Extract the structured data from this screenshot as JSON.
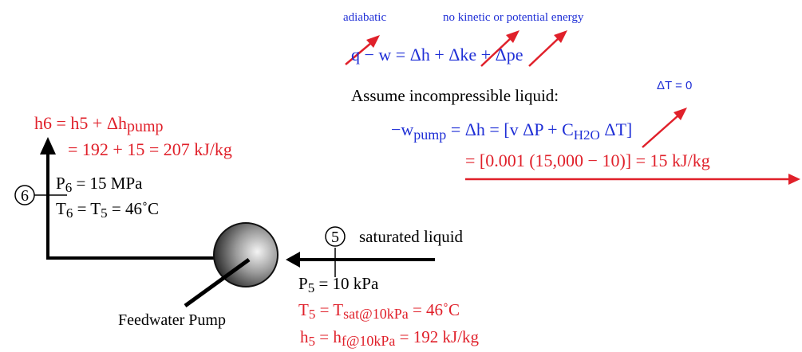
{
  "colors": {
    "black": "#000000",
    "red": "#e0202a",
    "blue": "#1f2fd6",
    "pump_light": "#f2f2f2",
    "pump_dark": "#1a1a1a"
  },
  "annotations": {
    "adiabatic": "adiabatic",
    "no_ke_pe": "no kinetic or potential energy"
  },
  "energy_eq": {
    "q": "q",
    "rest": " − w = Δh + Δke + Δpe"
  },
  "assume": "Assume incompressible liquid:",
  "delta_t": "ΔT = 0",
  "pump_work": {
    "lhs": "−w",
    "lhs_sub": "pump",
    "mid": " = Δh = [v ΔP + C",
    "sub": "H2O",
    "tail": " ΔT]",
    "result": "= [0.001 (15,000 − 10)] = 15 kJ/kg"
  },
  "h6": {
    "lhs": "h",
    "lhs_sub": "6",
    "mid": " = h",
    "mid_sub": "5",
    "tail": " + Δh",
    "tail_sub": "pump",
    "line2": "= 192 + 15 = 207 kJ/kg"
  },
  "state6": {
    "number": "6",
    "p_label": "P",
    "p_sub": "6",
    "p_value": " = 15 MPa",
    "t_label": "T",
    "t_sub": "6",
    "t_mid": " = T",
    "t_sub2": "5",
    "t_value": " = 46˚C"
  },
  "state5": {
    "number": "5",
    "saturated": "saturated liquid",
    "p_label": "P",
    "p_sub": "5",
    "p_value": " = 10 kPa",
    "t_label": "T",
    "t_sub": "5",
    "t_mid": " = T",
    "t_sub2": "sat@10kPa",
    "t_value": " = 46˚C",
    "h_label": "h",
    "h_sub": "5",
    "h_mid": " = h",
    "h_sub2": "f@10kPa",
    "h_value": " = 192 kJ/kg"
  },
  "pump_label": "Feedwater Pump"
}
